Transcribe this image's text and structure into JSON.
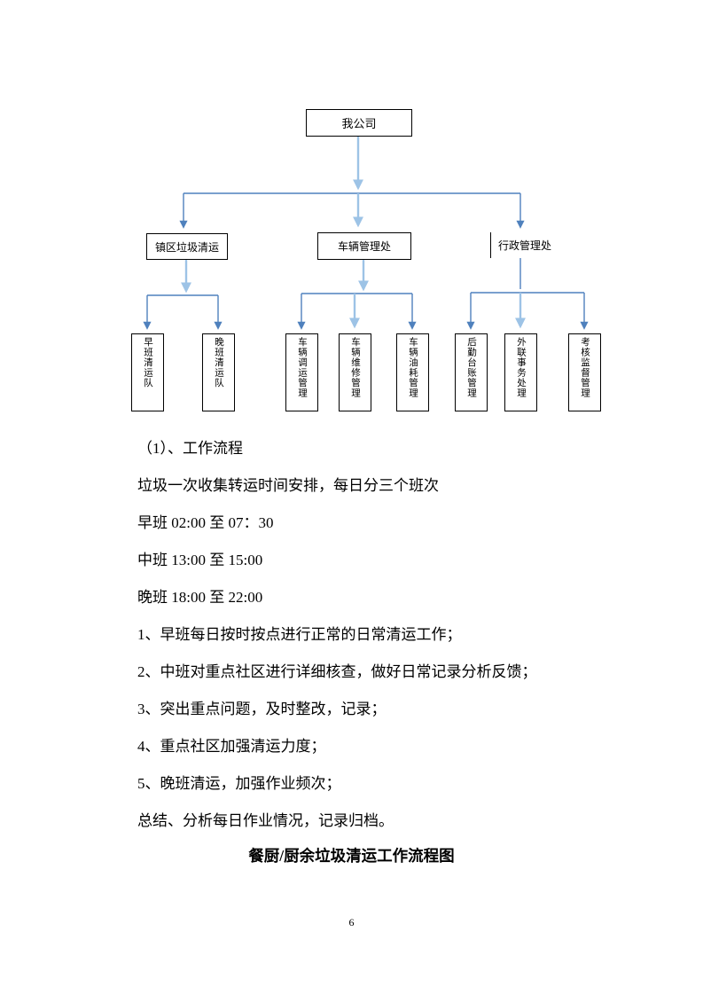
{
  "org_chart": {
    "root": "我公司",
    "level2": [
      "镇区垃圾清运",
      "车辆管理处",
      "行政管理处"
    ],
    "level3_left": [
      "早班清运队",
      "晚班清运队"
    ],
    "level3_middle": [
      "车辆调运管理",
      "车辆维修管理",
      "车辆油耗管理"
    ],
    "level3_right": [
      "后勤台账管理",
      "外联事务处理",
      "考核监督管理"
    ],
    "connector_color": "#4f81bd",
    "connector_color_light": "#9dc3e6",
    "box_border_color": "#000000"
  },
  "body": {
    "heading": "（1）、工作流程",
    "paragraphs": [
      "垃圾一次收集转运时间安排，每日分三个班次",
      "早班 02:00 至 07：30",
      "中班 13:00 至 15:00",
      "晚班 18:00 至 22:00",
      "1、早班每日按时按点进行正常的日常清运工作；",
      "2、中班对重点社区进行详细核查，做好日常记录分析反馈；",
      "3、突出重点问题，及时整改，记录；",
      "4、重点社区加强清运力度；",
      "5、晚班清运，加强作业频次；",
      "总结、分析每日作业情况，记录归档。"
    ],
    "caption": "餐厨/厨余垃圾清运工作流程图"
  },
  "page": {
    "number": "6"
  }
}
